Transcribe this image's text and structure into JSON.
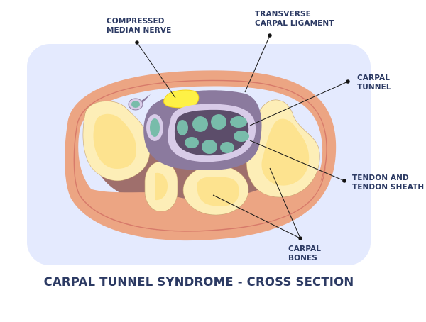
{
  "diagram": {
    "title": "CARPAL TUNNEL SYNDROME - CROSS SECTION",
    "labels": {
      "compressed_median_nerve": [
        "COMPRESSED",
        "MEDIAN NERVE"
      ],
      "transverse_carpal_ligament": [
        "TRANSVERSE",
        "CARPAL LIGAMENT"
      ],
      "carpal_tunnel": [
        "CARPAL",
        "TUNNEL"
      ],
      "tendon_and_sheath": [
        "TENDON AND",
        "TENDON SHEATH"
      ],
      "carpal_bones": [
        "CARPAL",
        "BONES"
      ]
    },
    "colors": {
      "panel": "#e4eafe",
      "skin": "#eca583",
      "skin_line": "#d77a6a",
      "bone_outer": "#fdeeb7",
      "bone_inner": "#fde38f",
      "flesh": "#9f6f6c",
      "tunnel_outer": "#8b7a9e",
      "sheath": "#d8cbe8",
      "tunnel_inner": "#5c4d6a",
      "tendon": "#78bcaa",
      "nerve": "#fef146",
      "label_text": "#2c3a63"
    }
  }
}
